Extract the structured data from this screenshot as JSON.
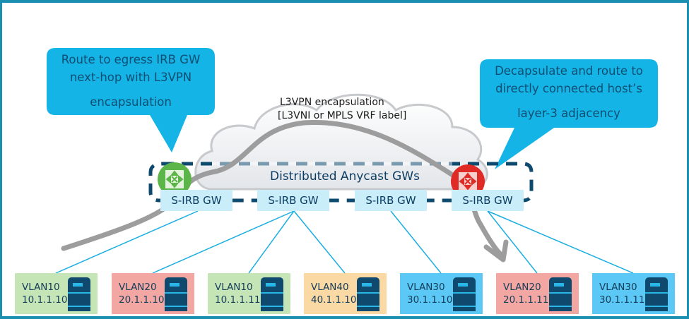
{
  "callouts": {
    "left": {
      "line1": "Route to egress IRB GW",
      "line2": "next-hop with L3VPN",
      "line3": "encapsulation"
    },
    "right": {
      "line1": "Decapsulate and route to",
      "line2": "directly connected host’s",
      "line3": "layer-3 adjacency"
    }
  },
  "cloud": {
    "line1": "L3VPN encapsulation",
    "line2": "[L3VNI or MPLS VRF label]"
  },
  "anycast_group": {
    "label": "Distributed Anycast GWs"
  },
  "gateways": [
    {
      "label": "S-IRB GW",
      "router_icon": "ingress-router-icon",
      "router_color": "#5bb548"
    },
    {
      "label": "S-IRB GW"
    },
    {
      "label": "S-IRB GW"
    },
    {
      "label": "S-IRB GW",
      "router_icon": "egress-router-icon",
      "router_color": "#e02a26"
    }
  ],
  "hosts": [
    {
      "vlan": "VLAN10",
      "ip": "10.1.1.10",
      "color": "#c6e5b6",
      "gateway": 0
    },
    {
      "vlan": "VLAN20",
      "ip": "20.1.1.10",
      "color": "#f3a7a2",
      "gateway": 1
    },
    {
      "vlan": "VLAN10",
      "ip": "10.1.1.11",
      "color": "#c6e5b6",
      "gateway": 1
    },
    {
      "vlan": "VLAN40",
      "ip": "40.1.1.10",
      "color": "#fbd9a4",
      "gateway": 1
    },
    {
      "vlan": "VLAN30",
      "ip": "30.1.1.10",
      "color": "#5bc8f5",
      "gateway": 2
    },
    {
      "vlan": "VLAN20",
      "ip": "20.1.1.11",
      "color": "#f3a7a2",
      "gateway": 3
    },
    {
      "vlan": "VLAN30",
      "ip": "30.1.1.11",
      "color": "#5bc8f5",
      "gateway": 3
    }
  ],
  "colors": {
    "frame": "#1a8fb0",
    "callout": "#14b4e6",
    "link": "#1aaee0",
    "traffic_path": "#9d9d9d",
    "anycast_dash": "#0d4a6e"
  }
}
